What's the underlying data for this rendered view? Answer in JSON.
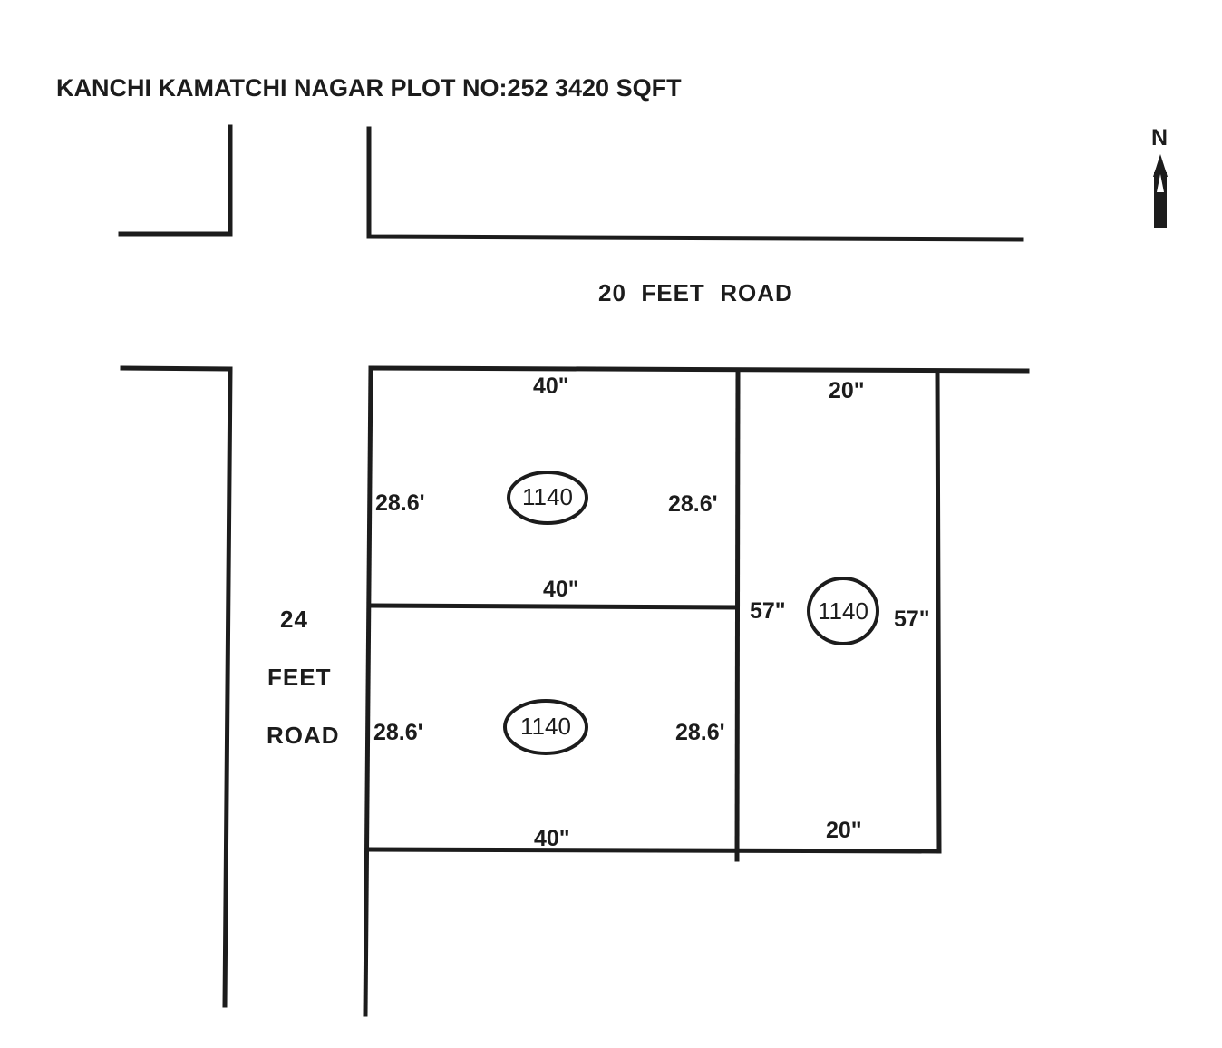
{
  "title": "KANCHI KAMATCHI NAGAR PLOT NO:252 3420 SQFT",
  "compass": {
    "label": "N",
    "icon": "north-arrow-icon"
  },
  "roads": {
    "top": "20  FEET  ROAD",
    "left_line1": "24",
    "left_line2": "FEET",
    "left_line3": "ROAD"
  },
  "plots": {
    "top_left": {
      "top": "40\"",
      "left": "28.6'",
      "right": "28.6'",
      "bottom": "40\"",
      "area": "1140"
    },
    "bottom_left": {
      "left": "28.6'",
      "right": "28.6'",
      "bottom": "40\"",
      "area": "1140"
    },
    "right": {
      "top": "20\"",
      "left": "57\"",
      "right": "57\"",
      "bottom": "20\"",
      "area": "1140"
    }
  }
}
